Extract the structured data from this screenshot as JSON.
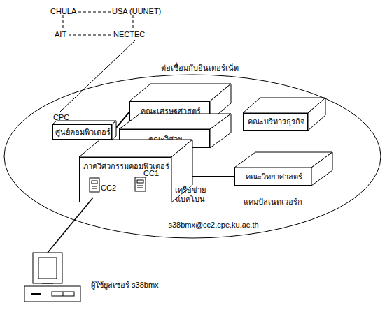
{
  "diagram": {
    "nodes": [
      {
        "text": [
          "ต่อเชื่อมกับอินเตอร์เน็ต",
          "แคมปัสเนตเวอร์ก",
          "s38bmx@cc2.cpe.ku.ac.th"
        ]
      },
      {
        "text": [
          "CPC",
          "ศูนย์คอมพิวเตอร์"
        ],
        "in": 0
      },
      {
        "text": [
          "คณะเศรษฐศาสตร์"
        ],
        "in": 0
      },
      {
        "text": [
          "คณะบริหารธุรกิจ"
        ],
        "in": 0
      },
      {
        "text": [
          "คณะวิศวฯ"
        ],
        "in": 0
      },
      {
        "text": [
          "ภาควิศวกรรมคอมพิวเตอร์"
        ],
        "in": 0
      },
      {
        "text": [
          "คณะวิทยาศาสตร์"
        ],
        "in": 0
      }
    ],
    "edges": [
      {
        "from": 1,
        "to": 2,
        "arrow": "none"
      },
      {
        "from": 1,
        "to": 5,
        "arrow": "none"
      },
      {
        "from": 5,
        "to": 6,
        "label": "เครือข่าย แบคโบน",
        "arrow": "none"
      }
    ],
    "labels": [
      "CHULA",
      "USA (UUNET)",
      "AIT",
      "NECTEC",
      "CC1",
      "CC2",
      "ผู้ใช้ยูสเซอร์ s38bmx"
    ]
  }
}
